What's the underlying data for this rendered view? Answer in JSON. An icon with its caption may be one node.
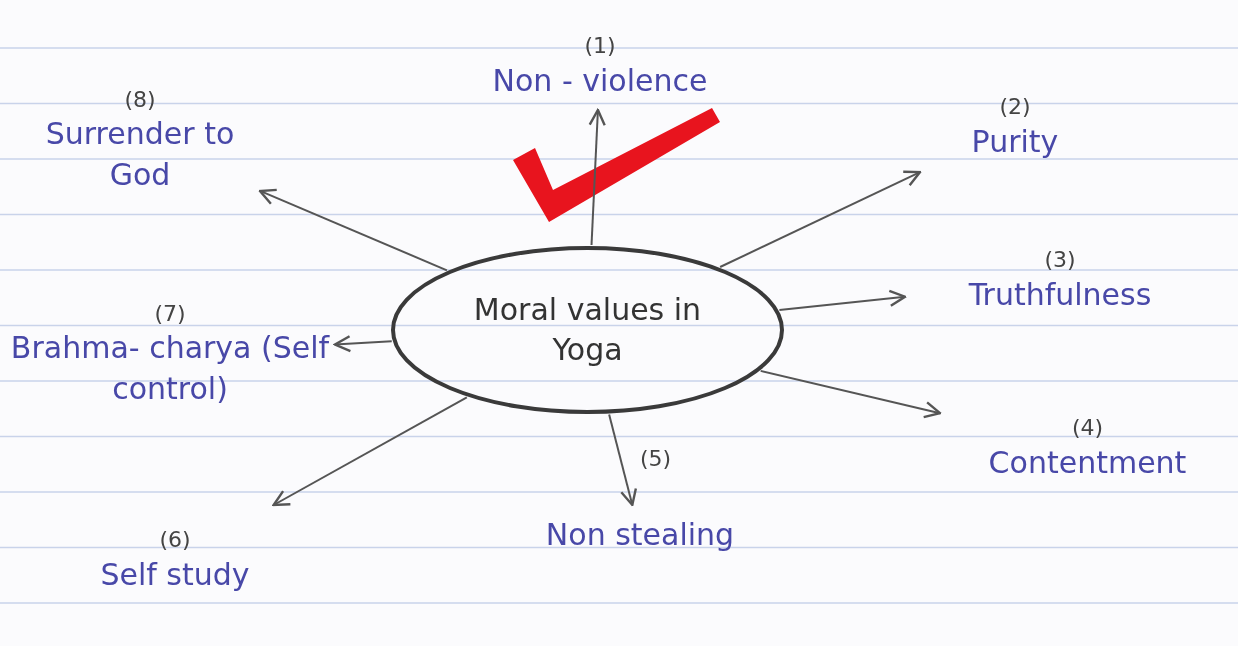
{
  "diagram": {
    "nodes": [
      {
        "text": [
          "Moral values in Yoga"
        ]
      },
      {
        "text": [
          "(1)",
          "Non - violence"
        ]
      },
      {
        "text": [
          "(2)",
          "Purity"
        ]
      },
      {
        "text": [
          "(3)",
          "Truthfulness"
        ]
      },
      {
        "text": [
          "(4)",
          "Contentment"
        ]
      },
      {
        "text": [
          "Non stealing"
        ],
        "beside": [
          "(5)"
        ]
      },
      {
        "text": [
          "(6)",
          "Self study"
        ]
      },
      {
        "text": [
          "(7)",
          "Brahma- charya (Self control)"
        ]
      },
      {
        "text": [
          "(8)",
          "Surrender to God"
        ]
      }
    ],
    "edges": [
      {
        "from": 0,
        "to": 1,
        "arrow": "to"
      },
      {
        "from": 0,
        "to": 2,
        "arrow": "to"
      },
      {
        "from": 0,
        "to": 3,
        "arrow": "to"
      },
      {
        "from": 0,
        "to": 4,
        "arrow": "to"
      },
      {
        "from": 0,
        "to": 5,
        "arrow": "to"
      },
      {
        "from": 0,
        "to": 6,
        "arrow": "to"
      },
      {
        "from": 0,
        "to": 7,
        "arrow": "to"
      },
      {
        "from": 0,
        "to": 8,
        "arrow": "to"
      }
    ]
  }
}
